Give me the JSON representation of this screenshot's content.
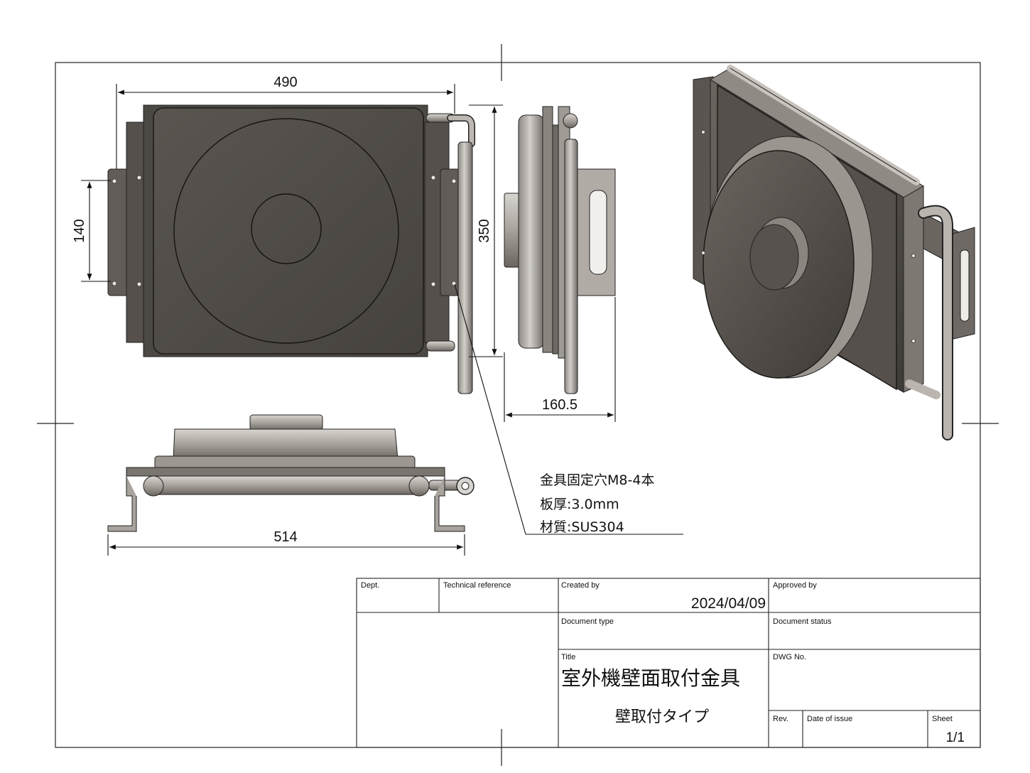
{
  "dimensions": {
    "top_width": "490",
    "hole_spacing": "140",
    "height": "350",
    "side_depth": "160.5",
    "bottom_width": "514"
  },
  "notes": {
    "line1": "金具固定穴M8-4本",
    "line2": "板厚:3.0mm",
    "line3": "材質:SUS304"
  },
  "title_block": {
    "dept_label": "Dept.",
    "technical_reference_label": "Technical reference",
    "created_by_label": "Created by",
    "created_by_value": "2024/04/09",
    "approved_by_label": "Approved by",
    "document_type_label": "Document type",
    "document_status_label": "Document status",
    "title_label": "Title",
    "title_value": "室外機壁面取付金具",
    "subtitle_value": "壁取付タイプ",
    "dwg_no_label": "DWG No.",
    "rev_label": "Rev.",
    "date_of_issue_label": "Date of issue",
    "sheet_label": "Sheet",
    "sheet_value": "1/1"
  },
  "colors": {
    "plate_dark": "#4f4a45",
    "plate_mid": "#6b6560",
    "metal_light": "#b9b4ae",
    "line": "#1a1a1a"
  }
}
